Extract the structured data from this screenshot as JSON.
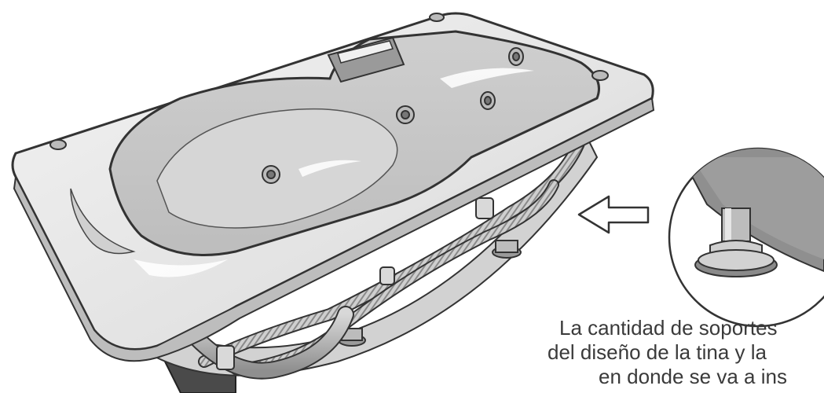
{
  "illustration": {
    "subject": "bathtub-illustration",
    "detail": "support-foot-detail",
    "pointer": "arrow-left-icon"
  },
  "caption": {
    "line1": "La cantidad de soportes",
    "line2": "del diseño de la tina y la",
    "line3": "en donde se va a ins"
  },
  "colors": {
    "line": "#333333",
    "shell": "#e6e6e6",
    "shell_shade": "#c9c9c9",
    "text": "#3a3a3a"
  }
}
